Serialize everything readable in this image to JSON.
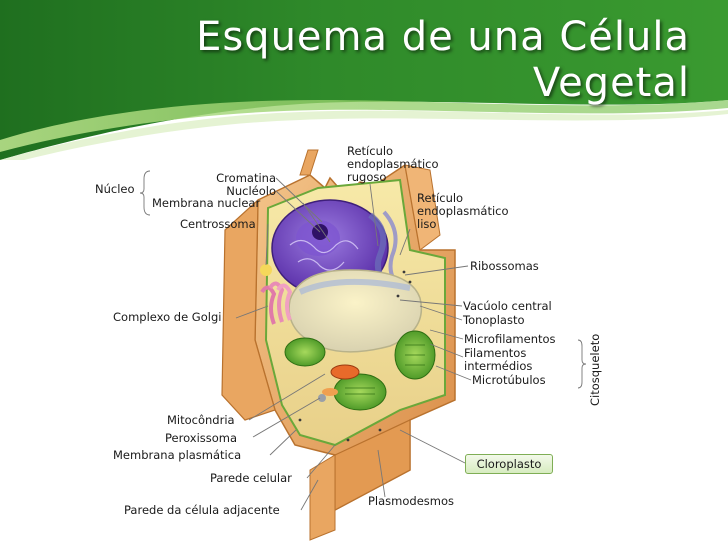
{
  "slide": {
    "title_line1": "Esquema de una Célula",
    "title_line2": "Vegetal",
    "colors": {
      "header_green": "#2f8a2a",
      "header_light": "#8fce5e",
      "wall_orange": "#e9a661",
      "nucleus_purple": "#6a3fb5"
    }
  },
  "labels": {
    "nucleo": "Núcleo",
    "cromatina": "Cromatina",
    "nucleolo": "Nucléolo",
    "membrana_nuclear": "Membrana nuclear",
    "centrossoma": "Centrossoma",
    "reticulo_rugoso_1": "Retículo",
    "reticulo_rugoso_2": "endoplasmático",
    "reticulo_rugoso_3": "rugoso",
    "reticulo_liso_1": "Retículo",
    "reticulo_liso_2": "endoplasmático",
    "reticulo_liso_3": "liso",
    "ribossomas": "Ribossomas",
    "vacuolo_central": "Vacúolo central",
    "tonoplasto": "Tonoplasto",
    "microfilamentos": "Microfilamentos",
    "filamentos_1": "Filamentos",
    "filamentos_2": "intermédios",
    "microtubulos": "Microtúbulos",
    "citosqueleto": "Citosqueleto",
    "complexo_golgi": "Complexo de Golgi",
    "mitocondria": "Mitocôndria",
    "peroxissoma": "Peroxissoma",
    "membrana_plasmatica": "Membrana plasmática",
    "parede_celular": "Parede celular",
    "cloroplasto": "Cloroplasto",
    "plasmodesmos": "Plasmodesmos",
    "parede_adjacente": "Parede da célula adjacente"
  }
}
